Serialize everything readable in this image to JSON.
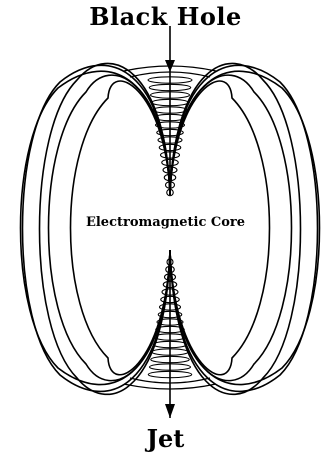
{
  "diagram": {
    "labels": {
      "top": "Black Hole",
      "center": "Electromagnetic Core",
      "bottom": "Jet"
    },
    "colors": {
      "ink": "#000000",
      "background": "#ffffff"
    }
  }
}
